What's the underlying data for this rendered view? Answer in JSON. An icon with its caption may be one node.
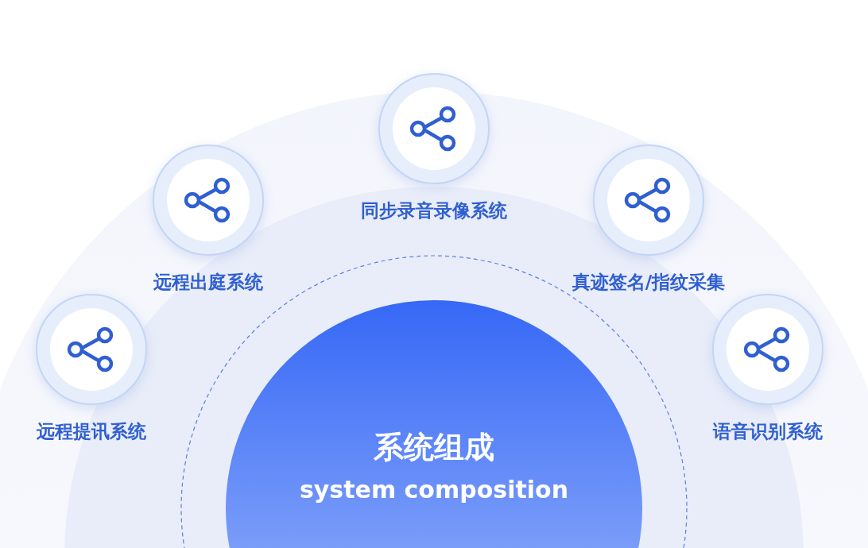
{
  "diagram": {
    "nodes": [
      {
        "text": [
          "系统组成",
          "system composition"
        ]
      },
      {
        "text": [
          "远程提讯系统"
        ]
      },
      {
        "text": [
          "远程出庭系统"
        ]
      },
      {
        "text": [
          "同步录音录像系统"
        ]
      },
      {
        "text": [
          "真迹签名/指纹采集"
        ]
      },
      {
        "text": [
          "语音识别系统"
        ]
      }
    ]
  }
}
